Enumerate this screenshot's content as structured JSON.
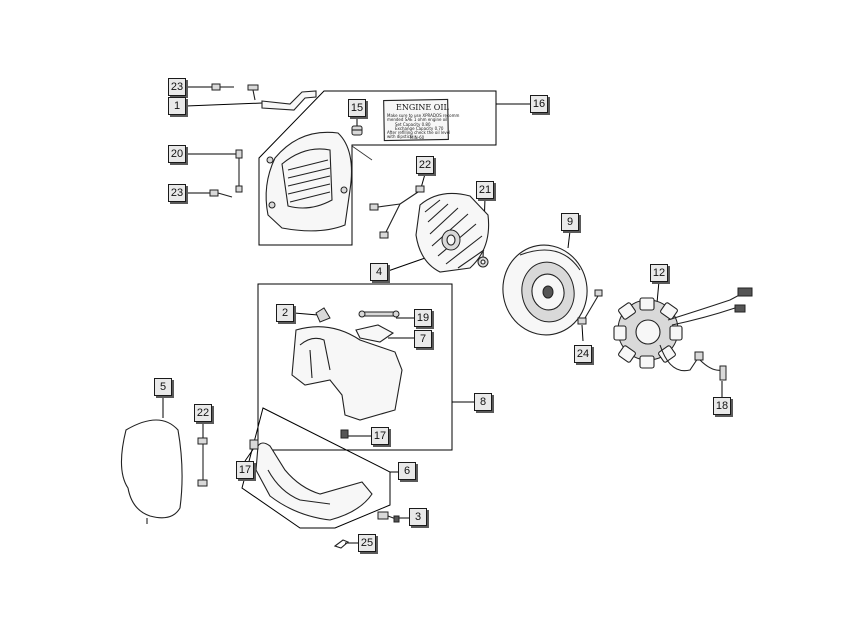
{
  "callouts": [
    {
      "num": "23"
    },
    {
      "num": "1"
    },
    {
      "num": "15"
    },
    {
      "num": "16"
    },
    {
      "num": "20"
    },
    {
      "num": "23"
    },
    {
      "num": "22"
    },
    {
      "num": "21"
    },
    {
      "num": "9"
    },
    {
      "num": "4"
    },
    {
      "num": "12"
    },
    {
      "num": "2"
    },
    {
      "num": "19"
    },
    {
      "num": "7"
    },
    {
      "num": "24"
    },
    {
      "num": "5"
    },
    {
      "num": "22"
    },
    {
      "num": "8"
    },
    {
      "num": "18"
    },
    {
      "num": "17"
    },
    {
      "num": "17"
    },
    {
      "num": "6"
    },
    {
      "num": "3"
    },
    {
      "num": "25"
    }
  ],
  "oil_label": {
    "title": "ENGINE OIL",
    "lines": [
      "Make sure to use XPRADOS recomm",
      "mended SAE 1 ohm engine oil",
      "Set Capacity        0.80",
      "Exchange Capacity   0.70",
      "After refilling check the oil level",
      "with dipstick",
      "                        MIN-60"
    ]
  }
}
